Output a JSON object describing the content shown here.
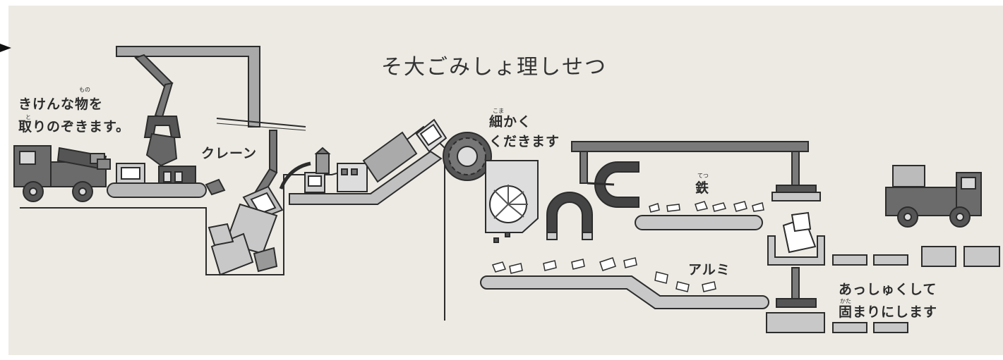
{
  "title": "そ大ごみしょ理しせつ",
  "labels": {
    "kiken_line1": "きけんな物を",
    "kiken_line2": "取りのぞきます。",
    "kiken_ruby_mono": "もの",
    "kiken_ruby_to": "と",
    "crane": "クレーン",
    "komaka_line1": "細かく",
    "komaka_line2": "くだきます",
    "komaka_ruby": "こま",
    "tetsu": "鉄",
    "tetsu_ruby": "てつ",
    "alumi": "アルミ",
    "asshuku_line1": "あっしゅくして",
    "asshuku_line2": "固まりにします",
    "asshuku_ruby": "かた"
  },
  "colors": {
    "paper": "#eceae3",
    "ink": "#2c2c2c",
    "dark_fill": "#555555",
    "mid_fill": "#9a9a9a",
    "light_fill": "#c8c8c8"
  }
}
